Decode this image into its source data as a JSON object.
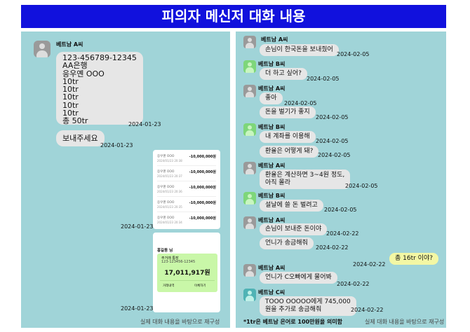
{
  "title": "피의자 메신저 대화 내용",
  "left": {
    "sender": "베트남 A씨",
    "msg1": "123-456789-12345\nAA은행\n응우옌 OOO\n10tr\n10tr\n10tr\n10tr\n10tr\n총 50tr",
    "msg1_time": "2024-01-23",
    "msg2": "보내주세요",
    "msg2_time": "2024-01-23",
    "transfers": [
      {
        "name": "응우옌 OOO",
        "datetime": "2024/01/23 20:38",
        "amount": "-10,000,000원"
      },
      {
        "name": "응우옌 OOO",
        "datetime": "2024/01/23 20:37",
        "amount": "-10,000,000원"
      },
      {
        "name": "응우옌 OOO",
        "datetime": "2024/01/23 20:36",
        "amount": "-10,000,000원"
      },
      {
        "name": "응우옌 OOO",
        "datetime": "2024/01/23 20:35",
        "amount": "-10,000,000원"
      },
      {
        "name": "응우옌 OOO",
        "datetime": "2024/01/23 20:34",
        "amount": "-10,000,000원"
      }
    ],
    "transfers_time": "2024-01-23",
    "account": {
      "owner": "홍길동 님",
      "type": "주거래 통장",
      "number": "123-123456-12345",
      "balance": "17,011,917원",
      "btn_history": "거래내역",
      "btn_transfer": "이체하기"
    },
    "account_time": "2024-01-23",
    "footer": "실제 대화 내용을 바탕으로 재구성"
  },
  "right": {
    "names": {
      "a": "베트남 A씨",
      "b": "베트남 B씨",
      "c": "베트남 C씨"
    },
    "messages": [
      {
        "text": "손님이 한국돈을 보내줬어",
        "time": "2024-02-05"
      },
      {
        "text": "더 하고 싶어?",
        "time": "2024-02-05"
      },
      {
        "text": "좋아",
        "time": "2024-02-05"
      },
      {
        "text": "돈을 벌기가 좋지",
        "time": "2024-02-05"
      },
      {
        "text": "내 계좌를 이용해",
        "time": "2024-02-05"
      },
      {
        "text": "환율은 어떻게 돼?",
        "time": "2024-02-05"
      },
      {
        "text": "환율은 계산하면 3~4원 정도,\n아직 몰라",
        "time": "2024-02-05"
      },
      {
        "text": "설날에 쓸 돈 벌려고",
        "time": "2024-02-05"
      },
      {
        "text": "손님이 보내준 돈이야",
        "time": "2024-02-22"
      },
      {
        "text": "언니가 송금해줘",
        "time": "2024-02-22"
      },
      {
        "text": "총 16tr 이야?",
        "time": "2024-02-22"
      },
      {
        "text": "언니가 C오빠에게 물어봐",
        "time": "2024-02-22"
      },
      {
        "text": "TOOO OOOOO에게 745,000\n원을 추가로 송금해줘",
        "time": "2024-02-22"
      }
    ],
    "footnote": "*1tr은 베트남 은어로 100만원을 의미함",
    "footer": "실제 대화 내용을 바탕으로 재구성"
  }
}
